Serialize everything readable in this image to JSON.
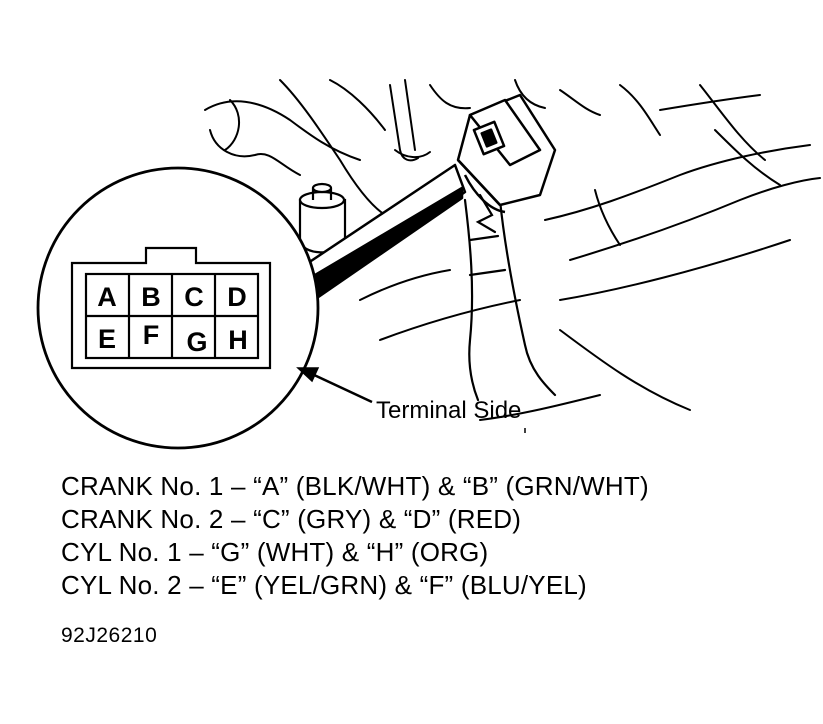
{
  "connector": {
    "pins_top": [
      "A",
      "B",
      "C",
      "D"
    ],
    "pins_bottom": [
      "E",
      "F",
      "G",
      "H"
    ]
  },
  "callout": {
    "label": "Terminal Side"
  },
  "legend": [
    "CRANK No. 1  –  “A” (BLK/WHT) & “B” (GRN/WHT)",
    "CRANK No. 2  –  “C” (GRY) & “D” (RED)",
    "CYL No. 1  –  “G” (WHT) & “H” (ORG)",
    "CYL No. 2  –  “E” (YEL/GRN) & “F” (BLU/YEL)"
  ],
  "figure_id": "92J26210",
  "colors": {
    "ink": "#000000",
    "paper": "#ffffff"
  }
}
